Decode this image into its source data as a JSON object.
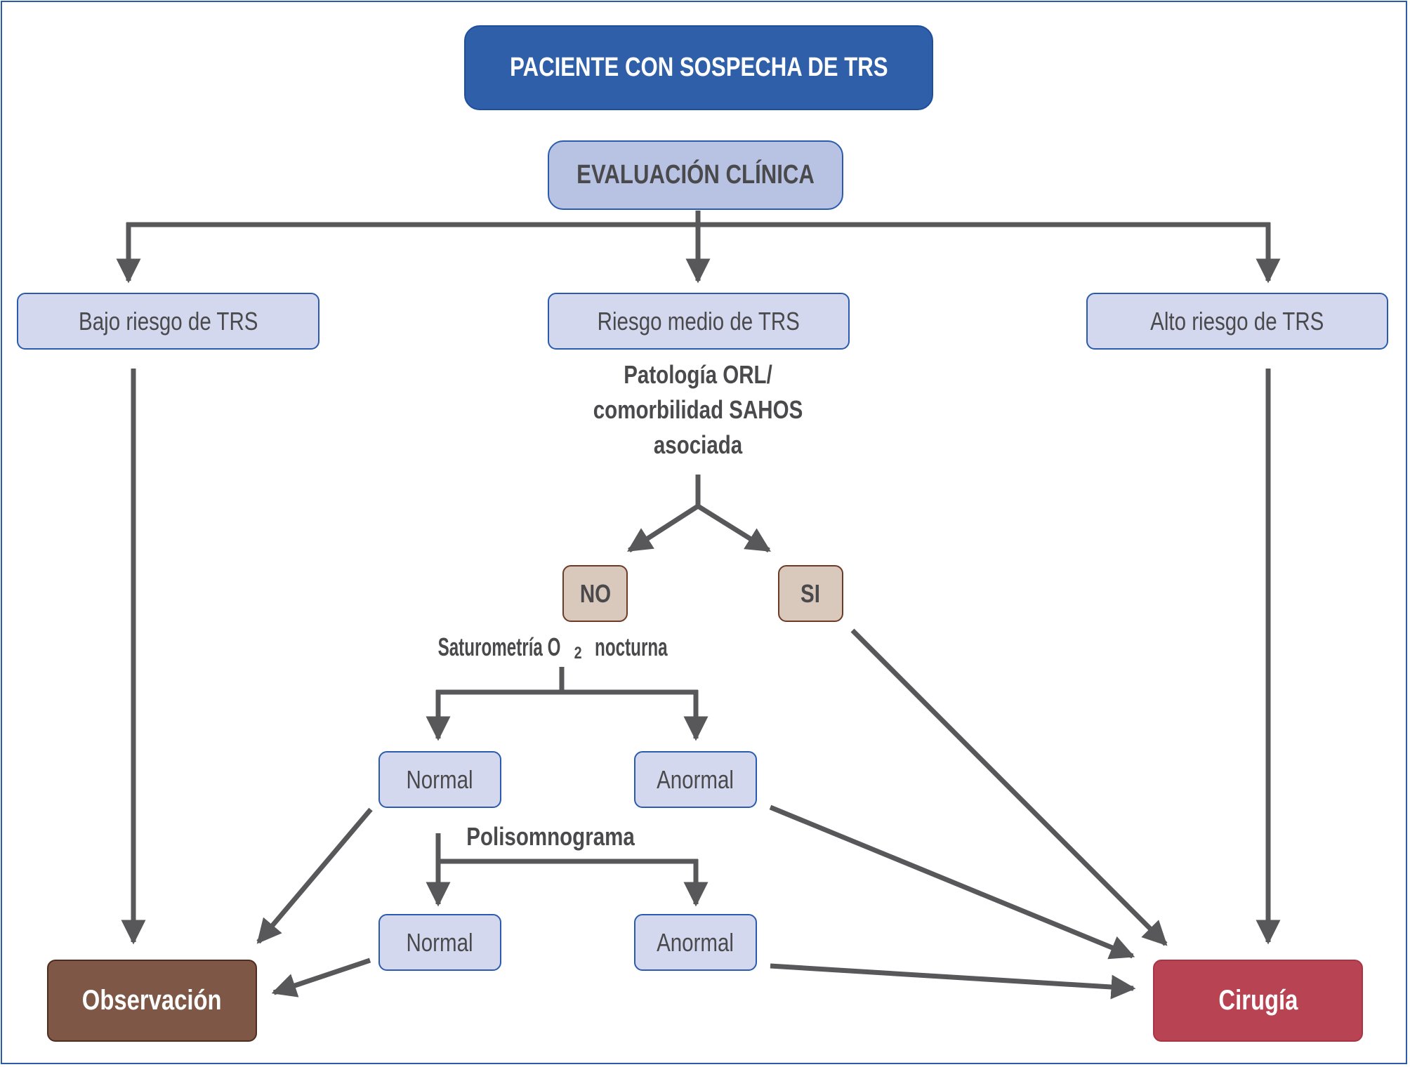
{
  "flowchart": {
    "root": "PACIENTE CON SOSPECHA DE TRS",
    "evaluation": "EVALUACIÓN CLÍNICA",
    "risk_levels": {
      "low": "Bajo riesgo de TRS",
      "medium": "Riesgo medio de TRS",
      "high": "Alto riesgo de TRS"
    },
    "question": {
      "line1": "Patología ORL/",
      "line2": "comorbilidad SAHOS",
      "line3": "asociada"
    },
    "answers": {
      "no": "NO",
      "yes": "SI"
    },
    "oximetry": {
      "prefix": "Saturometría O",
      "subscript": "2",
      "suffix": " nocturna"
    },
    "oximetry_results": {
      "normal": "Normal",
      "abnormal": "Anormal"
    },
    "polysomnography": "Polisomnograma",
    "psg_results": {
      "normal": "Normal",
      "abnormal": "Anormal"
    },
    "outcomes": {
      "observation": "Observación",
      "surgery": "Cirugía"
    },
    "colors": {
      "root_fill": "#2f5fa8",
      "evaluation_fill": "#b8c2e3",
      "node_fill": "#d3d8ee",
      "node_border": "#2a5cab",
      "answer_fill": "#d9c8bc",
      "observation_fill": "#7e5746",
      "surgery_fill": "#b84453",
      "arrow": "#58585a"
    }
  }
}
